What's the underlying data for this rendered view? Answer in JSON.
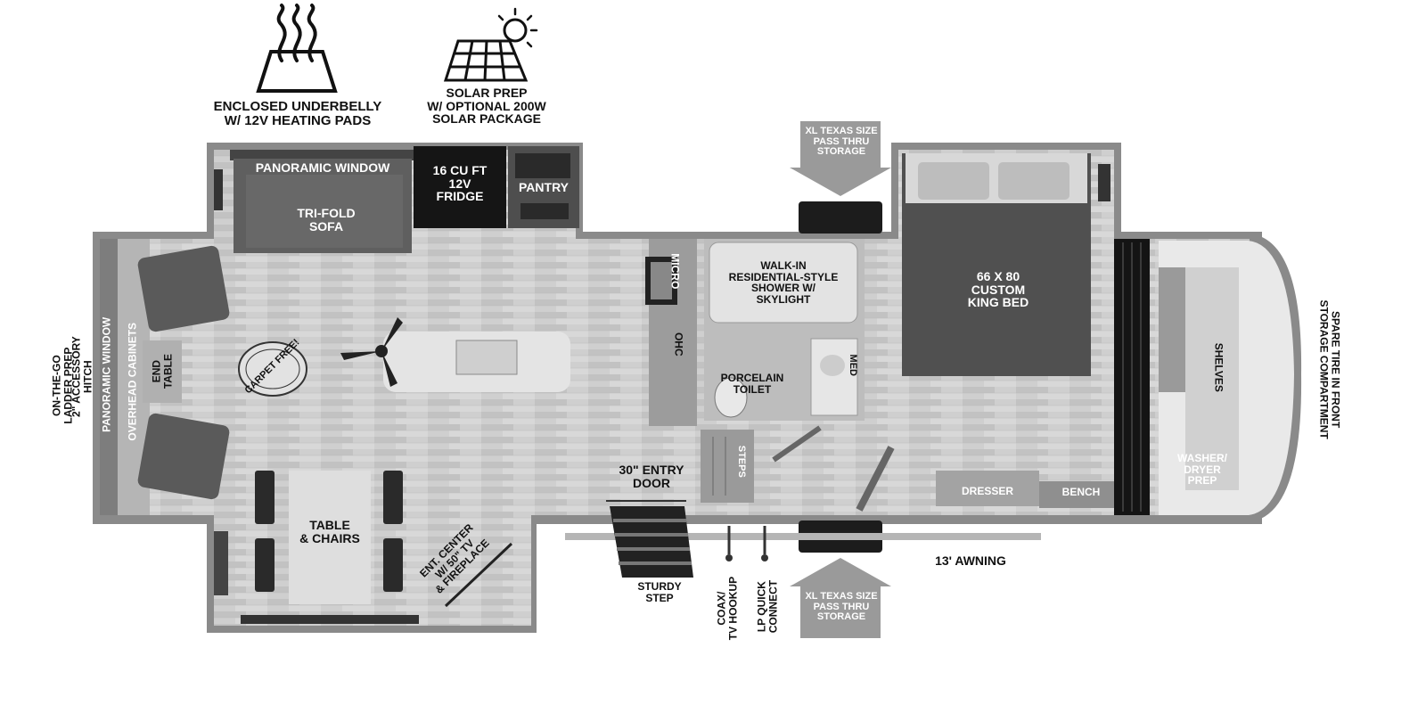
{
  "features": {
    "underbelly": {
      "icon": "heat-waves-icon",
      "label": "ENCLOSED UNDERBELLY\nW/ 12V HEATING PADS"
    },
    "solar": {
      "icon": "solar-panel-icon",
      "label": "SOLAR PREP\nW/ OPTIONAL 200W\nSOLAR PACKAGE"
    }
  },
  "rooms": {
    "panoramic_window_top": "PANORAMIC WINDOW",
    "sofa": "TRI-FOLD\nSOFA",
    "fridge": "16 CU FT\n12V\nFRIDGE",
    "pantry": "PANTRY",
    "micro": "MICRO",
    "ohc": "OHC",
    "shower": "WALK-IN\nRESIDENTIAL-STYLE\nSHOWER W/\nSKYLIGHT",
    "toilet": "PORCELAIN\nTOILET",
    "med": "MED",
    "steps": "STEPS",
    "bed": "66 X 80\nCUSTOM\nKING BED",
    "shelves": "SHELVES",
    "washer": "WASHER/\nDRYER\nPREP",
    "dresser": "DRESSER",
    "bench": "BENCH",
    "end_table": "END\nTABLE",
    "table": "TABLE\n& CHAIRS",
    "ent_center": "ENT. CENTER\nW/ 50\" TV\n& FIREPLACE",
    "carpet": "CARPET FREE!",
    "panoramic_window_left": "PANORAMIC WINDOW",
    "overhead_cabinets": "OVERHEAD CABINETS"
  },
  "exterior": {
    "storage_top": "XL TEXAS SIZE\nPASS THRU\nSTORAGE",
    "storage_bottom": "XL TEXAS SIZE\nPASS THRU\nSTORAGE",
    "entry_door": "30\" ENTRY\nDOOR",
    "sturdy_step": "STURDY\nSTEP",
    "coax": "COAX/\nTV HOOKUP",
    "lp": "LP QUICK\nCONNECT",
    "awning": "13' AWNING",
    "hitch": "2\" ACCESSORY\nHITCH",
    "ladder": "ON-THE-GO\nLADDER PREP",
    "spare_tire": "SPARE TIRE IN FRONT\nSTORAGE COMPARTMENT"
  },
  "colors": {
    "wall": "#8a8a8a",
    "floor": "#c9c9c9",
    "furniture": "#5a5a5a",
    "bed": "#4f4f4f",
    "dark": "#1e1e1e",
    "arrow": "#9a9a9a"
  }
}
